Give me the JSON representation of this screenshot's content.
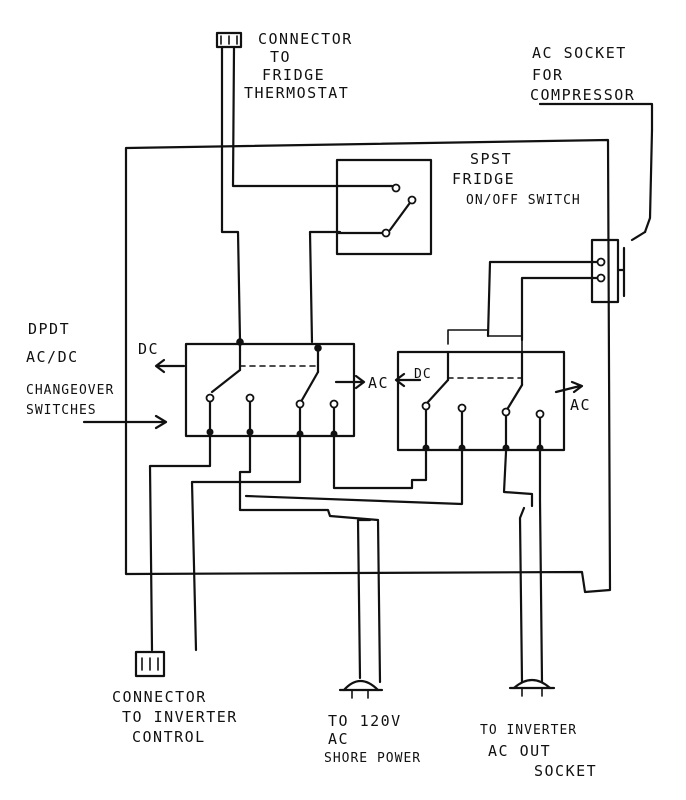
{
  "labels": {
    "thermo_connector": [
      "CONNECTOR",
      "TO",
      "FRIDGE",
      "THERMOSTAT"
    ],
    "ac_socket": [
      "AC SOCKET",
      "FOR",
      "COMPRESSOR"
    ],
    "spst": [
      "SPST",
      "FRIDGE",
      "ON/OFF SWITCH"
    ],
    "dpdt": [
      "DPDT",
      "AC/DC",
      "CHANGEOVER",
      "SWITCHES"
    ],
    "dc_left": "DC",
    "ac_left": "AC",
    "dc_right": "DC",
    "ac_right": "AC",
    "inverter_control": [
      "CONNECTOR",
      "TO INVERTER",
      "CONTROL"
    ],
    "shore_power": [
      "TO 120V",
      "AC",
      "SHORE POWER"
    ],
    "inverter_out": [
      "TO INVERTER",
      "AC OUT",
      "SOCKET"
    ]
  }
}
